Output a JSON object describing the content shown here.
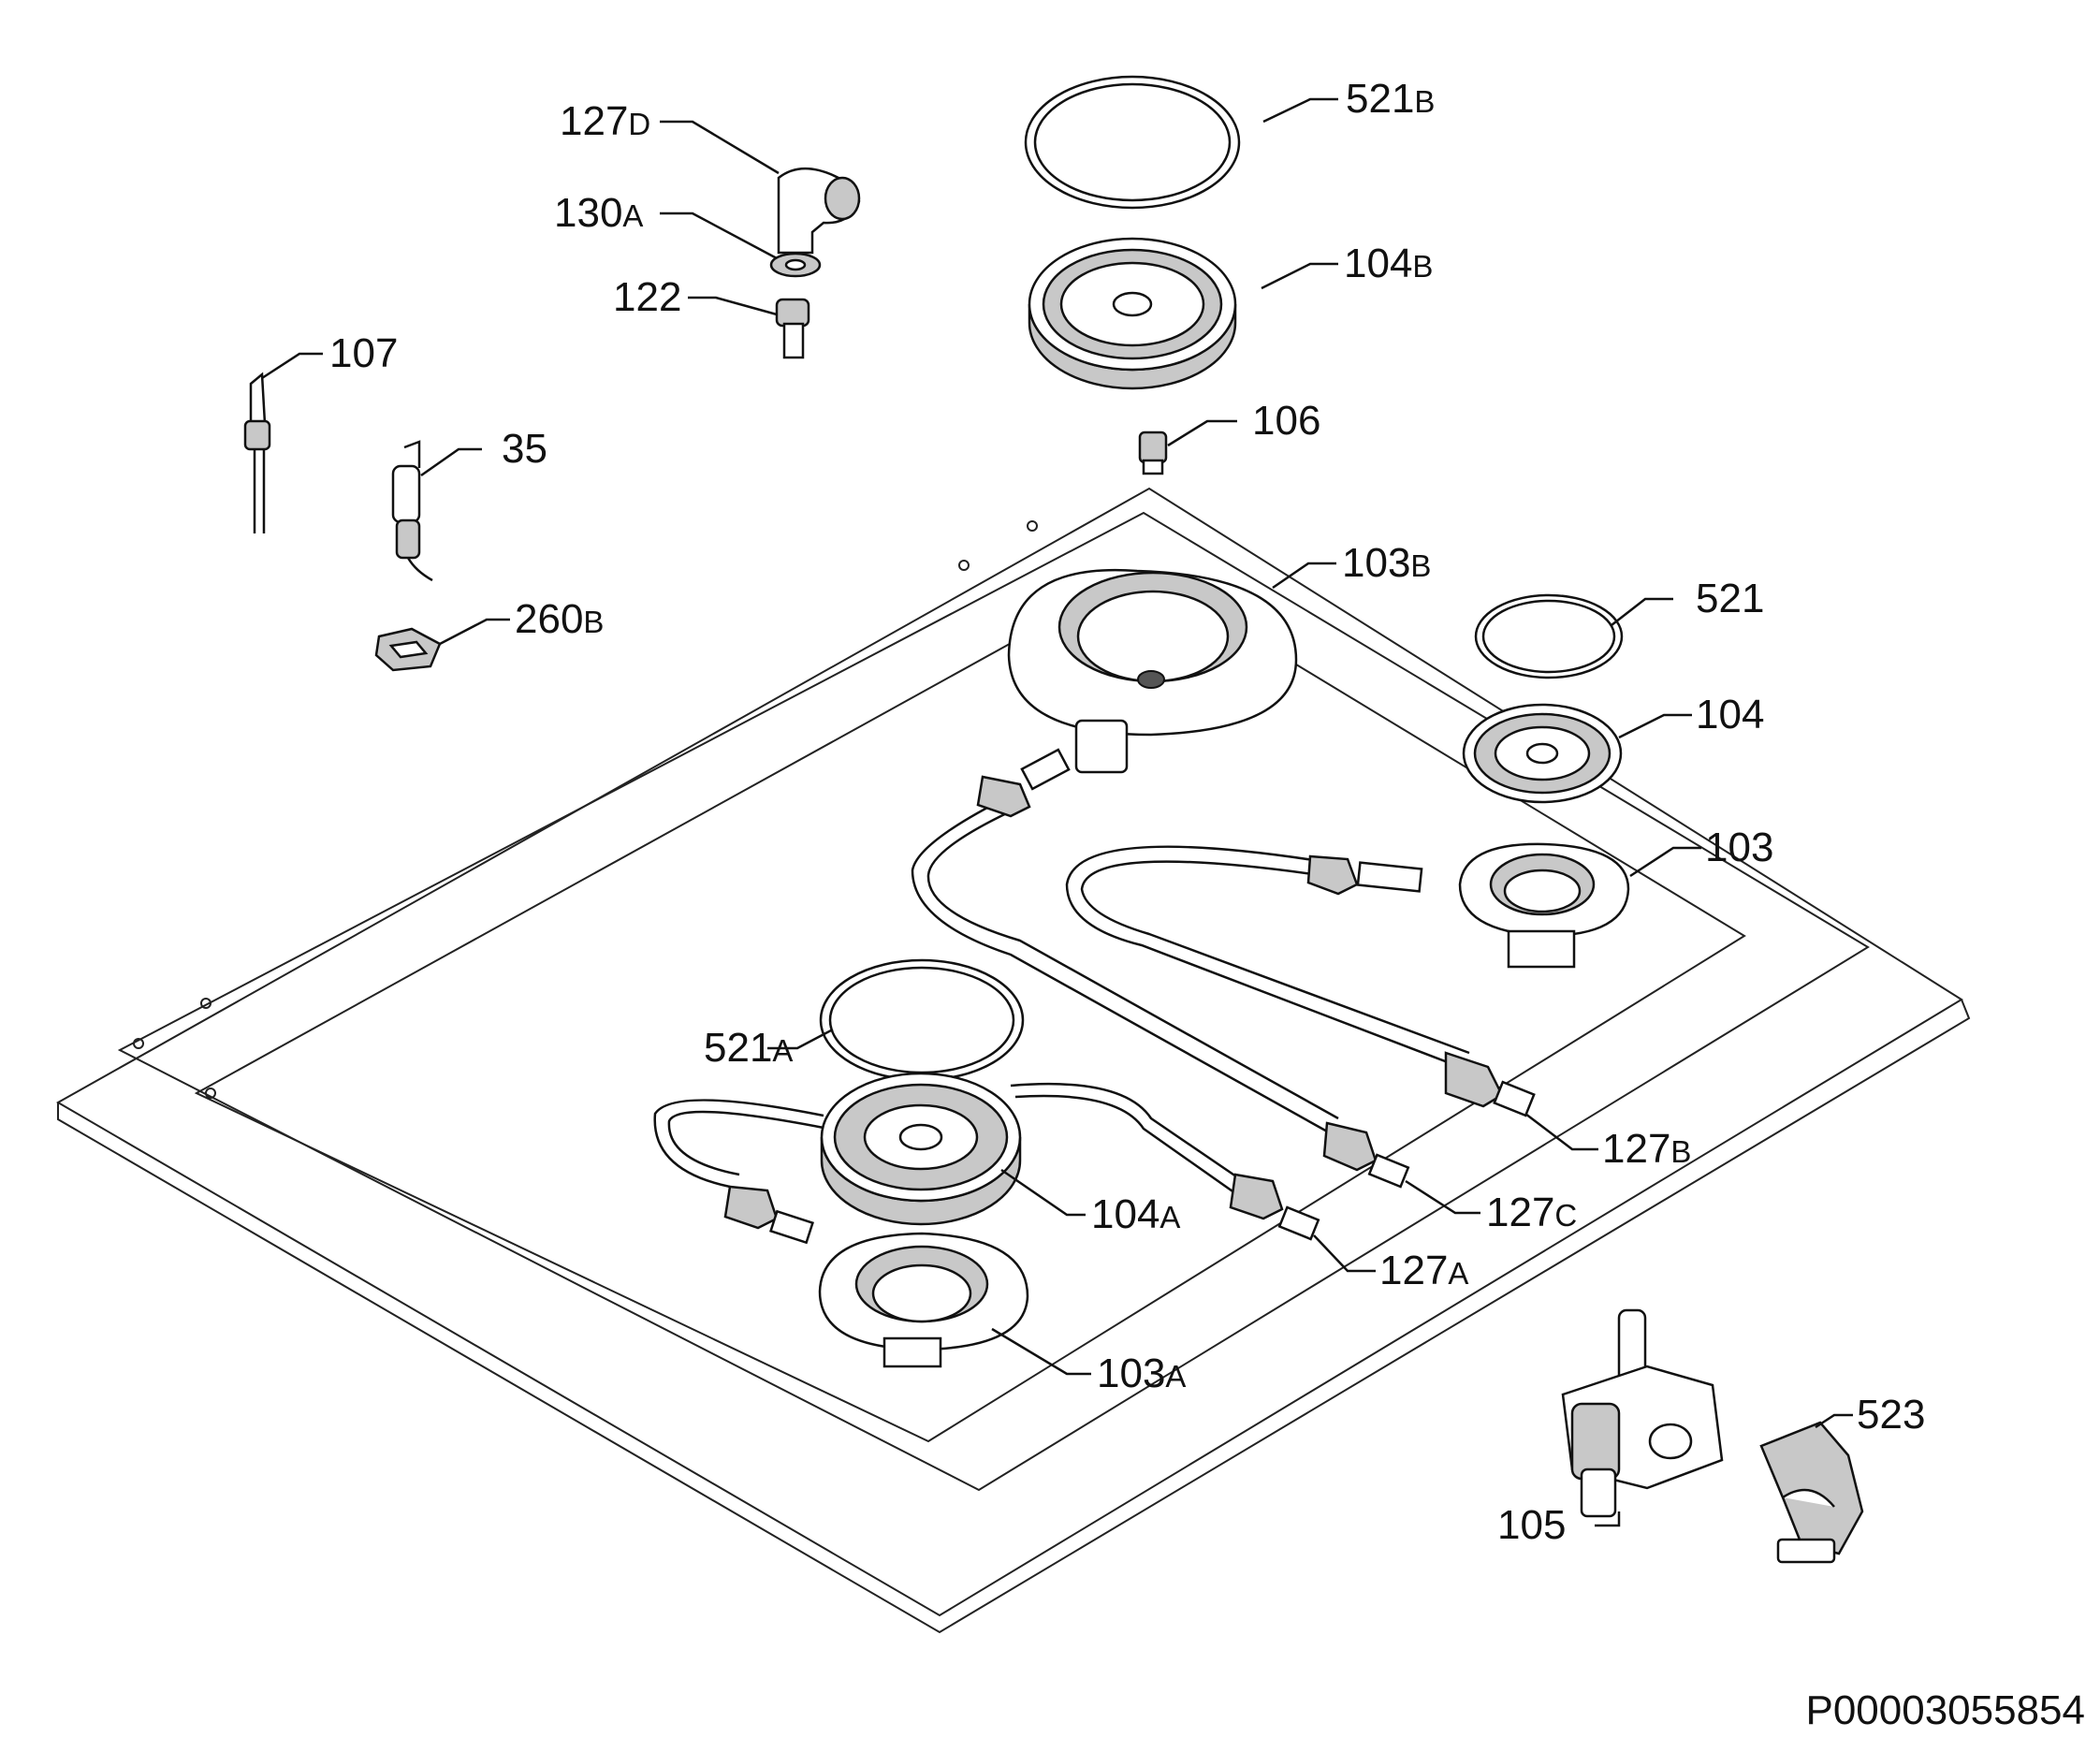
{
  "diagram": {
    "reference_code": "P00003055854",
    "labels": [
      {
        "num": "127",
        "suffix": "D"
      },
      {
        "num": "130",
        "suffix": "A"
      },
      {
        "num": "122",
        "suffix": ""
      },
      {
        "num": "107",
        "suffix": ""
      },
      {
        "num": "35",
        "suffix": ""
      },
      {
        "num": "260",
        "suffix": "B"
      },
      {
        "num": "521",
        "suffix": "B"
      },
      {
        "num": "104",
        "suffix": "B"
      },
      {
        "num": "106",
        "suffix": ""
      },
      {
        "num": "103",
        "suffix": "B"
      },
      {
        "num": "521",
        "suffix": ""
      },
      {
        "num": "104",
        "suffix": ""
      },
      {
        "num": "103",
        "suffix": ""
      },
      {
        "num": "521",
        "suffix": "A"
      },
      {
        "num": "104",
        "suffix": "A"
      },
      {
        "num": "103",
        "suffix": "A"
      },
      {
        "num": "127",
        "suffix": "B"
      },
      {
        "num": "127",
        "suffix": "C"
      },
      {
        "num": "127",
        "suffix": "A"
      },
      {
        "num": "105",
        "suffix": ""
      },
      {
        "num": "523",
        "suffix": ""
      }
    ]
  }
}
